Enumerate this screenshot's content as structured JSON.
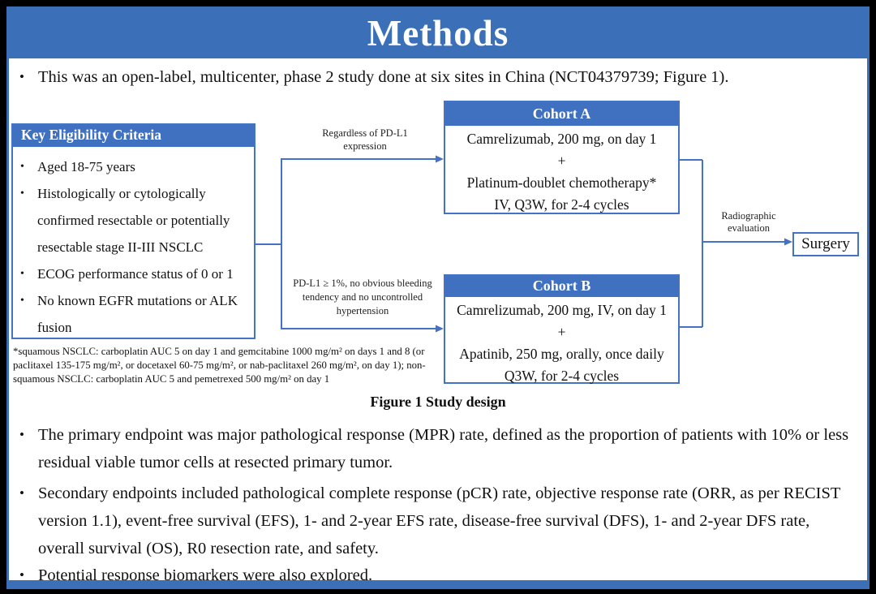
{
  "colors": {
    "accent_blue": "#3b70b8",
    "box_header_blue": "#4070c0",
    "box_border_blue": "#4472c4",
    "connector_blue": "#4472c4",
    "text_black": "#111111",
    "background_white": "#ffffff"
  },
  "slide": {
    "title": "Methods",
    "bullets": [
      "This was an open-label, multicenter, phase 2 study done at six sites in China (NCT04379739; Figure 1).",
      "The primary endpoint was major pathological response (MPR) rate, defined as the proportion of patients with 10% or less residual viable tumor cells at resected primary tumor.",
      "Secondary endpoints included pathological complete response (pCR) rate, objective response rate (ORR, as per RECIST version 1.1), event-free survival (EFS), 1- and 2-year EFS rate, disease-free survival (DFS), 1- and 2-year DFS rate, overall survival (OS), R0 resection rate, and safety.",
      "Potential response biomarkers were also explored."
    ]
  },
  "figure": {
    "caption": "Figure 1 Study design",
    "eligibility": {
      "header": "Key Eligibility Criteria",
      "items": [
        "Aged 18-75 years",
        "Histologically or cytologically confirmed resectable or potentially resectable stage II-III NSCLC",
        "ECOG performance status of 0 or 1",
        "No known EGFR mutations or ALK fusion"
      ]
    },
    "branch_label_top": "Regardless of PD-L1 expression",
    "branch_label_bottom": "PD-L1 ≥ 1%, no obvious bleeding tendency and no uncontrolled hypertension",
    "cohort_a": {
      "header": "Cohort A",
      "lines": [
        "Camrelizumab, 200 mg, on day 1",
        "+",
        "Platinum-doublet chemotherapy*",
        "IV, Q3W, for 2-4 cycles"
      ]
    },
    "cohort_b": {
      "header": "Cohort B",
      "lines": [
        "Camrelizumab, 200 mg, IV, on day 1",
        "+",
        "Apatinib, 250 mg, orally, once daily",
        "Q3W, for 2-4 cycles"
      ]
    },
    "radiographic_label": "Radiographic evaluation",
    "surgery_label": "Surgery",
    "footnote": "*squamous NSCLC: carboplatin AUC 5 on day 1 and gemcitabine 1000 mg/m² on days 1 and 8 (or paclitaxel 135-175 mg/m², or docetaxel 60-75 mg/m², or nab-paclitaxel 260 mg/m², on day 1); non-squamous NSCLC: carboplatin AUC 5 and pemetrexed 500 mg/m² on day 1"
  }
}
